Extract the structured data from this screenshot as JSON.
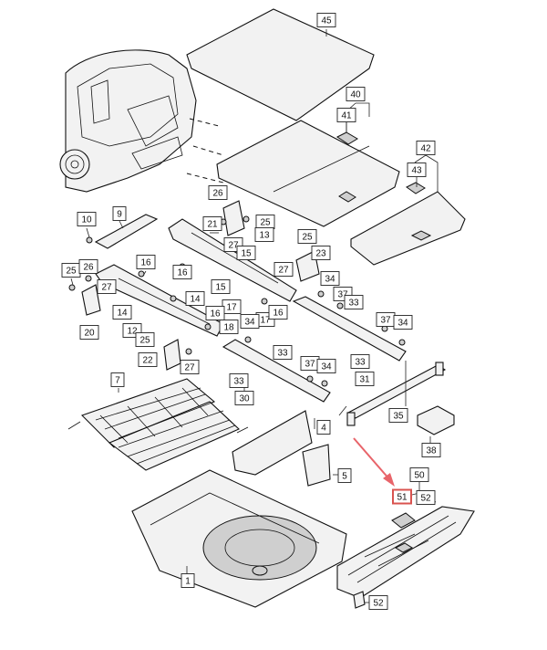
{
  "diagram": {
    "highlight_color": "#d9534f",
    "arrow_color": "#e8646a",
    "highlighted_part": "51",
    "callouts": [
      {
        "id": "c45",
        "text": "45"
      },
      {
        "id": "c40",
        "text": "40"
      },
      {
        "id": "c41",
        "text": "41"
      },
      {
        "id": "c42",
        "text": "42"
      },
      {
        "id": "c43",
        "text": "43"
      },
      {
        "id": "c26a",
        "text": "26"
      },
      {
        "id": "c21",
        "text": "21"
      },
      {
        "id": "c25a",
        "text": "25"
      },
      {
        "id": "c27a",
        "text": "27"
      },
      {
        "id": "c13",
        "text": "13"
      },
      {
        "id": "c15a",
        "text": "15"
      },
      {
        "id": "c10",
        "text": "10"
      },
      {
        "id": "c9",
        "text": "9"
      },
      {
        "id": "c25b",
        "text": "25"
      },
      {
        "id": "c23",
        "text": "23"
      },
      {
        "id": "c25c",
        "text": "25"
      },
      {
        "id": "c26b",
        "text": "26"
      },
      {
        "id": "c16a",
        "text": "16"
      },
      {
        "id": "c16b",
        "text": "16"
      },
      {
        "id": "c27b",
        "text": "27"
      },
      {
        "id": "c27c",
        "text": "27"
      },
      {
        "id": "c34a",
        "text": "34"
      },
      {
        "id": "c15b",
        "text": "15"
      },
      {
        "id": "c14a",
        "text": "14"
      },
      {
        "id": "c37a",
        "text": "37"
      },
      {
        "id": "c33a",
        "text": "33"
      },
      {
        "id": "c14b",
        "text": "14"
      },
      {
        "id": "c17a",
        "text": "17"
      },
      {
        "id": "c16c",
        "text": "16"
      },
      {
        "id": "c17b",
        "text": "17"
      },
      {
        "id": "c16d",
        "text": "16"
      },
      {
        "id": "c12",
        "text": "12"
      },
      {
        "id": "c20",
        "text": "20"
      },
      {
        "id": "c18",
        "text": "18"
      },
      {
        "id": "c34b",
        "text": "34"
      },
      {
        "id": "c37b",
        "text": "37"
      },
      {
        "id": "c34c",
        "text": "34"
      },
      {
        "id": "c25d",
        "text": "25"
      },
      {
        "id": "c22",
        "text": "22"
      },
      {
        "id": "c27d",
        "text": "27"
      },
      {
        "id": "c33b",
        "text": "33"
      },
      {
        "id": "c37c",
        "text": "37"
      },
      {
        "id": "c34d",
        "text": "34"
      },
      {
        "id": "c33c",
        "text": "33"
      },
      {
        "id": "c31",
        "text": "31"
      },
      {
        "id": "c7",
        "text": "7"
      },
      {
        "id": "c33d",
        "text": "33"
      },
      {
        "id": "c30",
        "text": "30"
      },
      {
        "id": "c35",
        "text": "35"
      },
      {
        "id": "c4",
        "text": "4"
      },
      {
        "id": "c38",
        "text": "38"
      },
      {
        "id": "c5",
        "text": "5"
      },
      {
        "id": "c50",
        "text": "50"
      },
      {
        "id": "c51",
        "text": "51"
      },
      {
        "id": "c52a",
        "text": "52"
      },
      {
        "id": "c1",
        "text": "1"
      },
      {
        "id": "c52b",
        "text": "52"
      }
    ]
  }
}
